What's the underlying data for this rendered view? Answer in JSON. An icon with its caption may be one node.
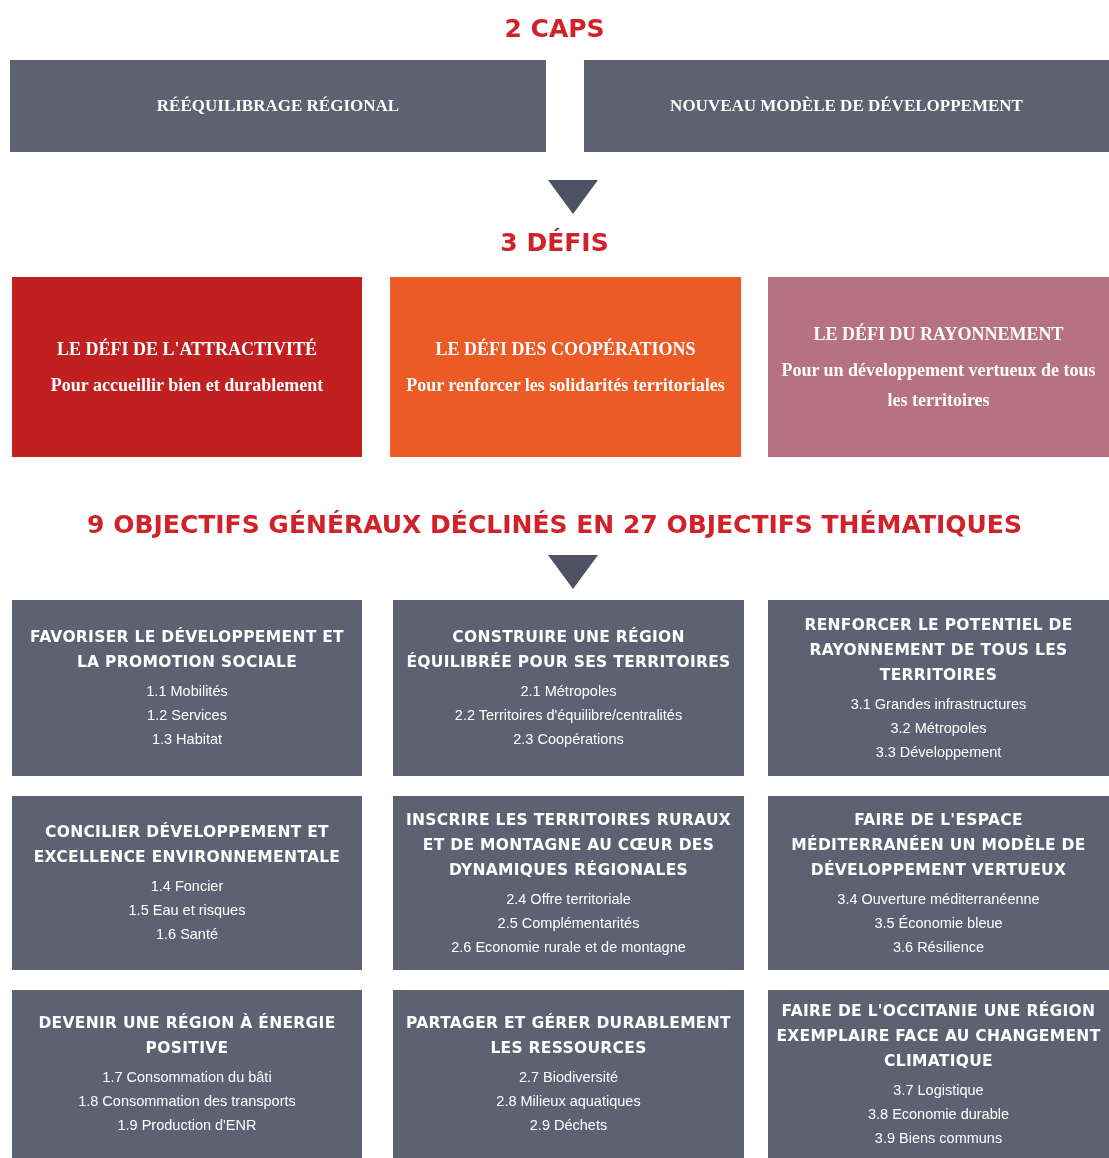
{
  "diagram": {
    "nodes": [
      {
        "text": [
          "RÉÉQUILIBRAGE RÉGIONAL"
        ]
      },
      {
        "text": [
          "NOUVEAU MODÈLE DE DÉVELOPPEMENT"
        ]
      },
      {
        "text": [
          "LE DÉFI DE L'ATTRACTIVITÉ",
          "Pour accueillir bien et durablement"
        ]
      },
      {
        "text": [
          "LE DÉFI DES COOPÉRATIONS",
          "Pour renforcer les solidarités territoriales"
        ]
      },
      {
        "text": [
          "LE DÉFI DU RAYONNEMENT",
          "Pour un développement vertueux de tous les territoires"
        ]
      },
      {
        "text": [
          "FAVORISER LE DÉVELOPPEMENT ET LA PROMOTION SOCIALE",
          "1.1 Mobilités",
          "1.2 Services",
          "1.3 Habitat"
        ]
      },
      {
        "text": [
          "CONSTRUIRE UNE RÉGION ÉQUILIBRÉE POUR SES TERRITOIRES",
          "2.1 Métropoles",
          "2.2 Territoires d'équilibre/centralités",
          "2.3 Coopérations"
        ]
      },
      {
        "text": [
          "RENFORCER LE POTENTIEL DE RAYONNEMENT DE TOUS LES TERRITOIRES",
          "3.1 Grandes infrastructures",
          "3.2 Métropoles",
          "3.3 Développement"
        ]
      },
      {
        "text": [
          "CONCILIER DÉVELOPPEMENT ET EXCELLENCE ENVIRONNEMENTALE",
          "1.4 Foncier",
          "1.5 Eau et risques",
          "1.6 Santé"
        ]
      },
      {
        "text": [
          "INSCRIRE LES TERRITOIRES RURAUX ET DE MONTAGNE AU CŒUR DES DYNAMIQUES RÉGIONALES",
          "2.4 Offre territoriale",
          "2.5 Complémentarités",
          "2.6 Economie rurale et de montagne"
        ]
      },
      {
        "text": [
          "FAIRE DE L'ESPACE MÉDITERRANÉEN UN MODÈLE DE DÉVELOPPEMENT VERTUEUX",
          "3.4 Ouverture méditerranéenne",
          "3.5 Économie bleue",
          "3.6 Résilience"
        ]
      },
      {
        "text": [
          "DEVENIR UNE RÉGION À ÉNERGIE POSITIVE",
          "1.7 Consommation du bâti",
          "1.8 Consommation des transports",
          "1.9 Production d'ENR"
        ]
      },
      {
        "text": [
          "PARTAGER ET GÉRER DURABLEMENT LES RESSOURCES",
          "2.7 Biodiversité",
          "2.8 Milieux aquatiques",
          "2.9 Déchets"
        ]
      },
      {
        "text": [
          "FAIRE DE L'OCCITANIE UNE RÉGION EXEMPLAIRE FACE AU CHANGEMENT CLIMATIQUE",
          "3.7 Logistique",
          "3.8 Economie durable",
          "3.9 Biens communs"
        ]
      }
    ],
    "labels": [
      "2 CAPS",
      "3 DÉFIS",
      "9 OBJECTIFS GÉNÉRAUX DÉCLINÉS EN 27 OBJECTIFS THÉMATIQUES"
    ]
  }
}
